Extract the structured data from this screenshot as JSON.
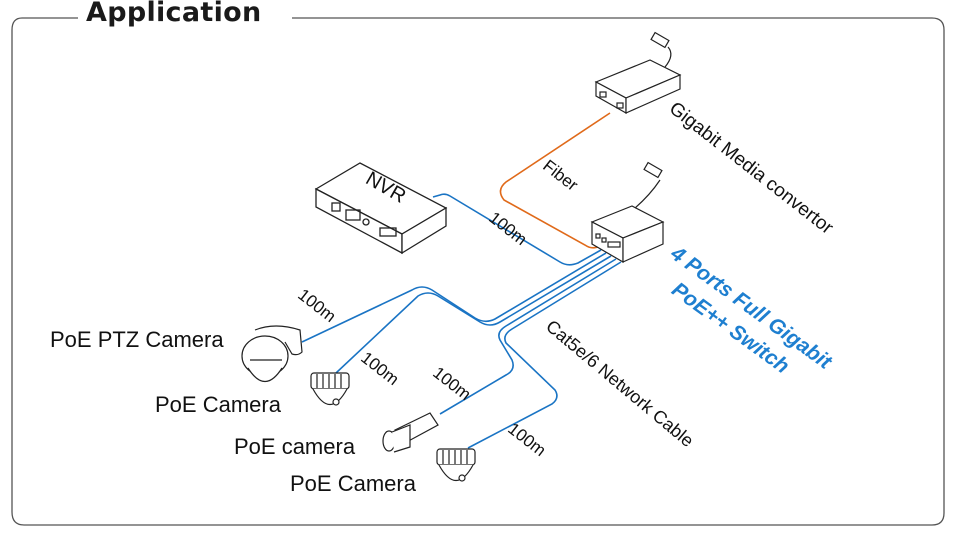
{
  "title": "Application",
  "devices": {
    "media_converter": "Gigabit Media convertor",
    "nvr": "NVR",
    "switch_line1": "4 Ports Full Gigabit",
    "switch_line2": "PoE++ Switch"
  },
  "cables": {
    "fiber": "Fiber",
    "network_cable": "Cat5e/6 Network Cable",
    "distance_nvr": "100m",
    "distance_ptz": "100m",
    "distance_cam1": "100m",
    "distance_cam2": "100m",
    "distance_cam3": "100m"
  },
  "cameras": [
    {
      "label": "PoE PTZ Camera"
    },
    {
      "label": "PoE Camera"
    },
    {
      "label": "PoE camera"
    },
    {
      "label": "PoE Camera"
    }
  ],
  "colors": {
    "ethernet": "#1a74c4",
    "fiber": "#e06a1a",
    "switch_text": "#1e7fd0",
    "frame": "#555555"
  }
}
